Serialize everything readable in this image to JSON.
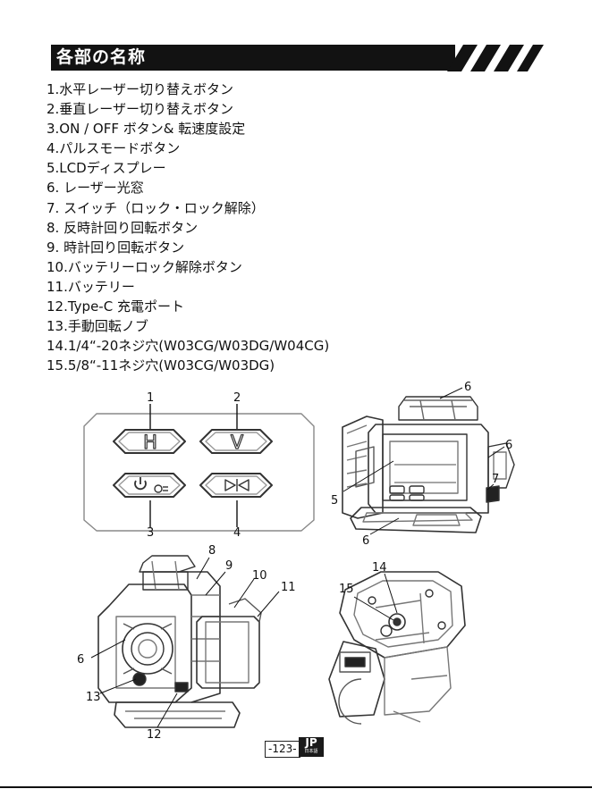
{
  "header": {
    "title": "各部の名称"
  },
  "parts": [
    "1.水平レーザー切り替えボタン",
    "2.垂直レーザー切り替えボタン",
    "3.ON / OFF ボタン& 転速度設定",
    "4.パルスモードボタン",
    "5.LCDディスプレー",
    "6. レーザー光窓",
    "7. スイッチ（ロック・ロック解除）",
    "8. 反時計回り回転ボタン",
    "9. 時計回り回転ボタン",
    "10.バッテリーロック解除ボタン",
    "11.バッテリー",
    "12.Type-C 充電ポート",
    "13.手動回転ノブ",
    "14.1/4“-20ネジ穴(W03CG/W03DG/W04CG)",
    "15.5/8“-11ネジ穴(W03CG/W03DG)"
  ],
  "panel_buttons": {
    "h_label": "H",
    "v_label": "V"
  },
  "callouts": {
    "panel": [
      "1",
      "2",
      "3",
      "4"
    ],
    "front": [
      "6",
      "6",
      "7",
      "5",
      "6"
    ],
    "left": [
      "8",
      "9",
      "10",
      "11",
      "6",
      "13",
      "12"
    ],
    "bottom": [
      "14",
      "15"
    ]
  },
  "footer": {
    "page_number": "-123-",
    "lang_code": "JP",
    "lang_sub": "日本語"
  }
}
